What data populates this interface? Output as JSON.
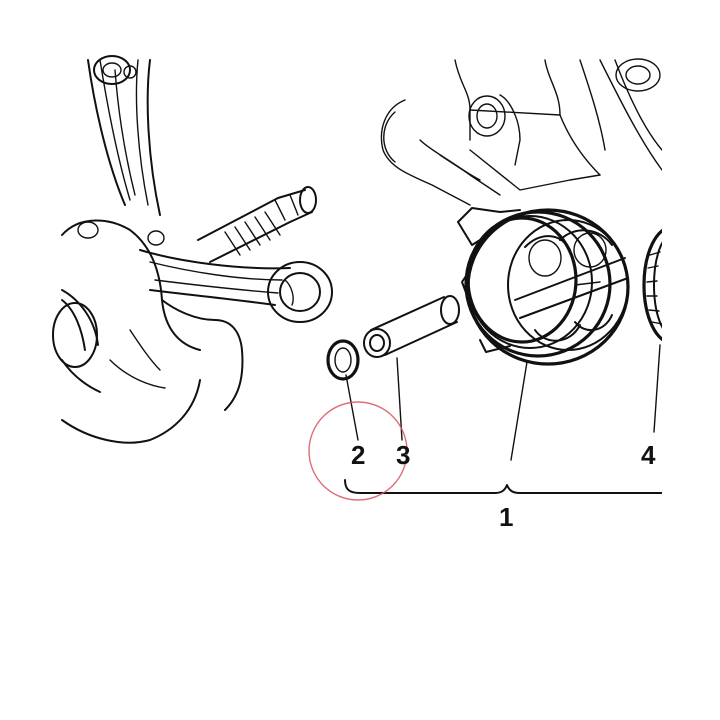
{
  "callouts": {
    "assembly": "1",
    "circlip": "2",
    "pin": "3",
    "ring": "4"
  },
  "colors": {
    "line": "#111111",
    "highlight": "#d9535f",
    "background": "#ffffff"
  }
}
